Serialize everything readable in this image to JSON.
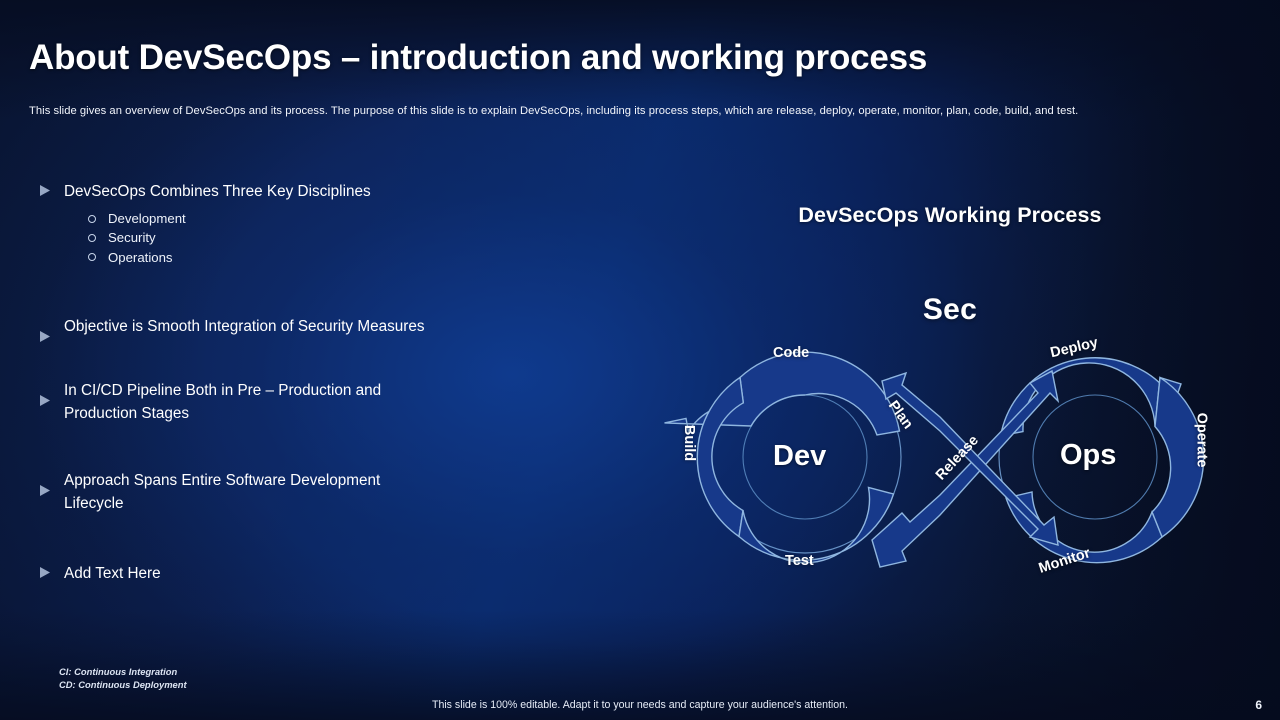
{
  "slide": {
    "title": "About DevSecOps – introduction and working process",
    "subtitle": "This slide gives an overview of DevSecOps  and its process. The  purpose of this slide is to explain DevSecOps, including its process steps, which are release, deploy, operate,  monitor, plan, code,  build, and test.",
    "page_number": "6",
    "footer_caption": "This slide is 100% editable. Adapt it to your needs and capture your audience's attention.",
    "footnotes": [
      "CI: Continuous Integration",
      "CD: Continuous Deployment"
    ]
  },
  "bullets": [
    {
      "text": "DevSecOps Combines Three Key Disciplines",
      "sub_items": [
        "Development",
        "Security",
        "Operations"
      ]
    },
    {
      "text": "Objective is Smooth Integration of Security Measures",
      "sub_items": []
    },
    {
      "text": "In CI/CD Pipeline Both in Pre – Production and Production Stages",
      "sub_items": []
    },
    {
      "text": "Approach Spans Entire Software Development Lifecycle",
      "sub_items": []
    },
    {
      "text": "Add Text Here",
      "sub_items": []
    }
  ],
  "diagram": {
    "title": "DevSecOps Working Process",
    "center_label": "Sec",
    "left_loop_label": "Dev",
    "right_loop_label": "Ops",
    "left_stages": [
      "Code",
      "Build",
      "Test"
    ],
    "right_stages": [
      "Deploy",
      "Operate",
      "Monitor"
    ],
    "cross_bands": [
      "Plan",
      "Release"
    ]
  },
  "colors": {
    "background_dark": "#0c1c42",
    "background_glow": "#0a2a6b",
    "segment_fill": "#173a85",
    "segment_stroke": "#9fc4e8",
    "text_primary": "#ffffff",
    "bullet_marker": "#97a7c4"
  }
}
